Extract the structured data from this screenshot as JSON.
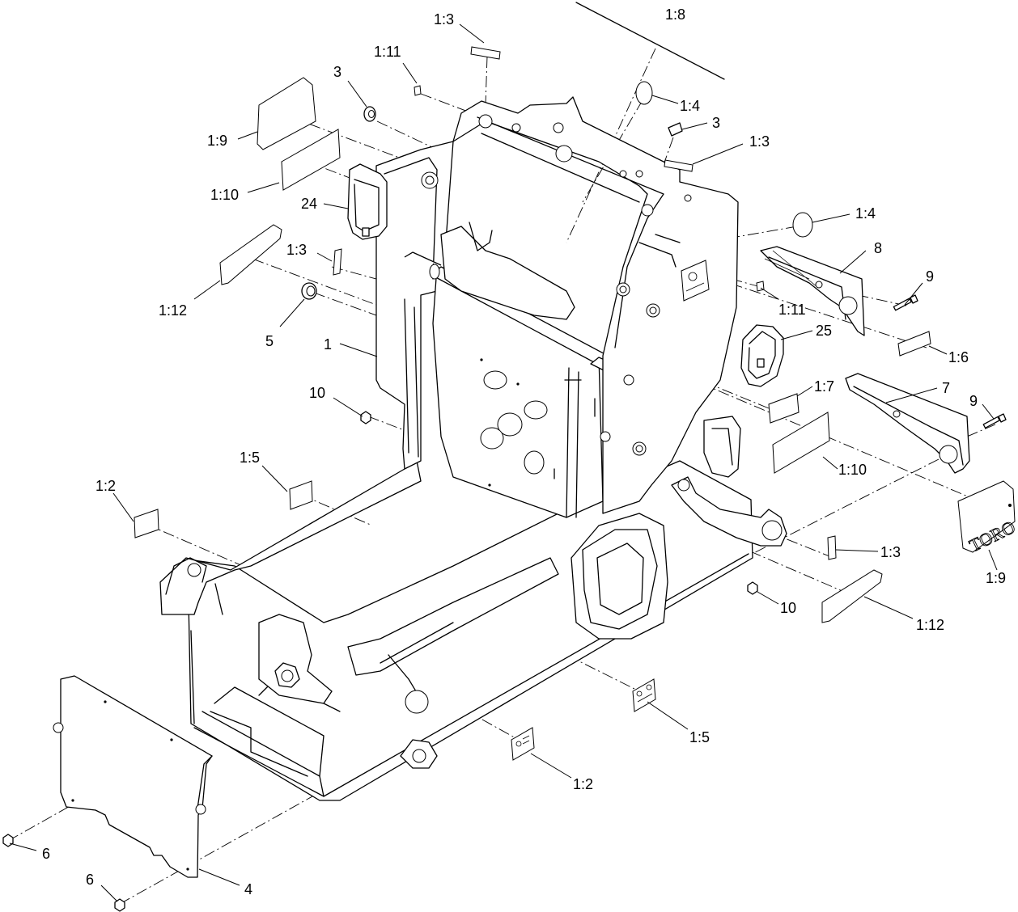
{
  "callouts": {
    "c_1_8": "1:8",
    "c_1_3_top": "1:3",
    "c_1_11_top": "1:11",
    "c_3_left": "3",
    "c_1_9_left": "1:9",
    "c_1_10_left": "1:10",
    "c_24": "24",
    "c_1_12_left": "1:12",
    "c_1_3_left": "1:3",
    "c_5": "5",
    "c_1": "1",
    "c_10_left": "10",
    "c_1_5_left": "1:5",
    "c_1_2_left": "1:2",
    "c_1_4_top": "1:4",
    "c_3_right": "3",
    "c_1_3_right": "1:3",
    "c_1_4_right": "1:4",
    "c_8": "8",
    "c_9_top": "9",
    "c_1_11_right": "1:11",
    "c_25": "25",
    "c_1_6": "1:6",
    "c_1_7": "1:7",
    "c_7": "7",
    "c_9_right": "9",
    "c_1_10_right": "1:10",
    "c_1_3_lower": "1:3",
    "c_1_9_right": "1:9",
    "c_10_right": "10",
    "c_1_12_right": "1:12",
    "c_1_5_bottom": "1:5",
    "c_1_2_bottom": "1:2",
    "c_6_left": "6",
    "c_6_bottom": "6",
    "c_4": "4"
  },
  "decals": {
    "toro_logo": "TORO"
  }
}
